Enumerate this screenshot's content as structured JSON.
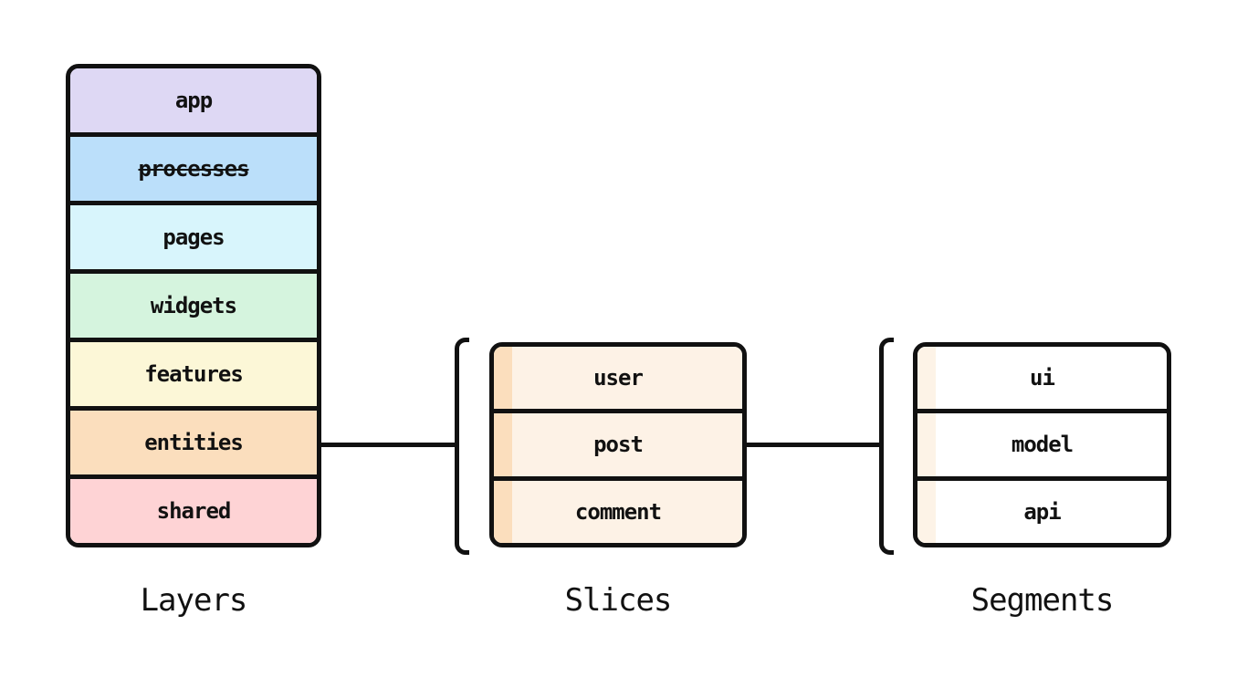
{
  "diagram": {
    "colors": {
      "border": "#111111",
      "background": "#ffffff",
      "connector": "#111111"
    },
    "layers": {
      "title": "Layers",
      "rows": [
        {
          "label": "app",
          "color": "#ded8f4",
          "deprecated": false
        },
        {
          "label": "processes",
          "color": "#bbdffa",
          "deprecated": true
        },
        {
          "label": "pages",
          "color": "#d8f5fc",
          "deprecated": false
        },
        {
          "label": "widgets",
          "color": "#d5f4de",
          "deprecated": false
        },
        {
          "label": "features",
          "color": "#fcf7d7",
          "deprecated": false
        },
        {
          "label": "entities",
          "color": "#fbdebd",
          "deprecated": false
        },
        {
          "label": "shared",
          "color": "#fed3d5",
          "deprecated": false
        }
      ]
    },
    "slices": {
      "title": "Slices",
      "fill": "#fdf2e6",
      "stripe": "#fbdebd",
      "rows": [
        {
          "label": "user"
        },
        {
          "label": "post"
        },
        {
          "label": "comment"
        }
      ]
    },
    "segments": {
      "title": "Segments",
      "fill": "#ffffff",
      "stripe": "#fdf3e7",
      "rows": [
        {
          "label": "ui"
        },
        {
          "label": "model"
        },
        {
          "label": "api"
        }
      ]
    }
  }
}
